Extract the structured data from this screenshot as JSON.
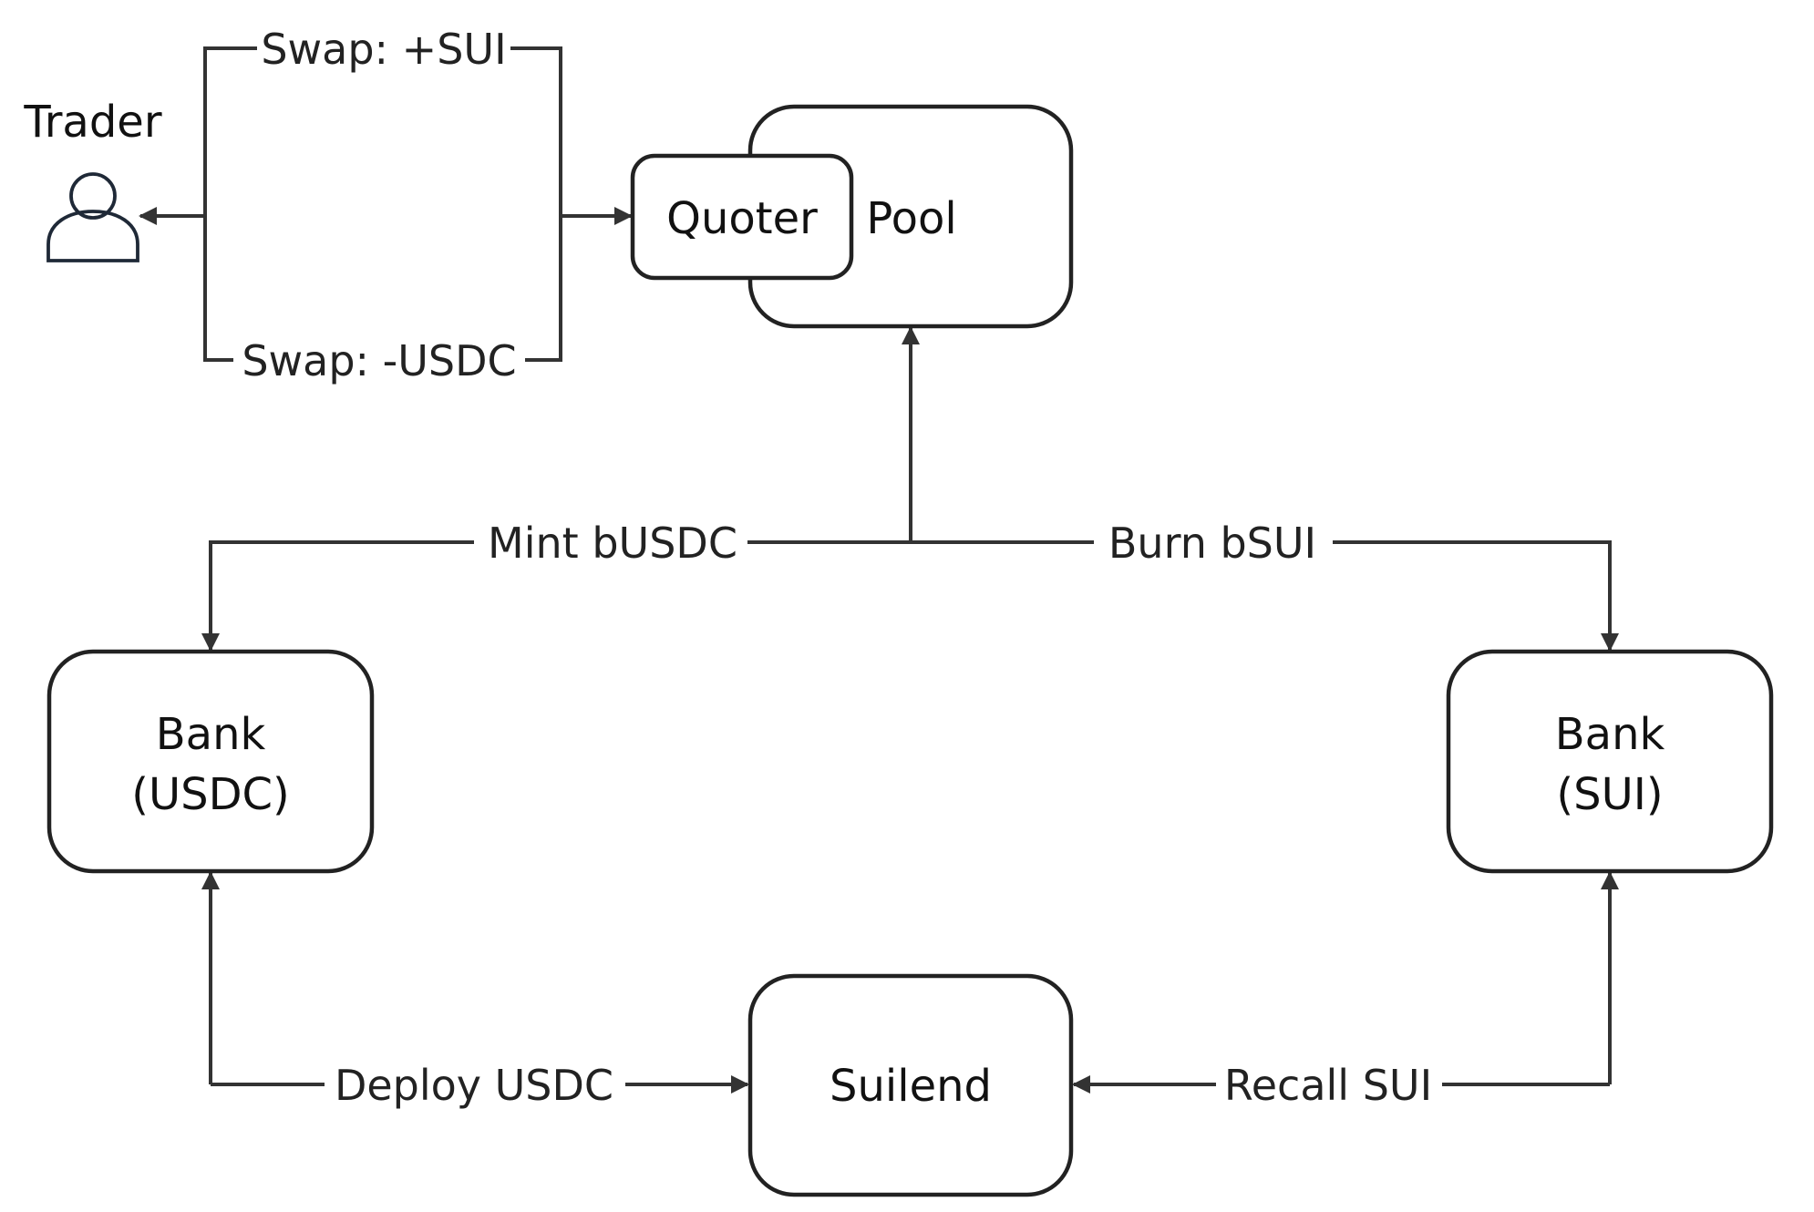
{
  "nodes": {
    "trader": "Trader",
    "quoter": "Quoter",
    "pool": "Pool",
    "bank_usdc_line1": "Bank",
    "bank_usdc_line2": "(USDC)",
    "bank_sui_line1": "Bank",
    "bank_sui_line2": "(SUI)",
    "suilend": "Suilend"
  },
  "edges": {
    "swap_plus_sui": "Swap: +SUI",
    "swap_minus_usdc": "Swap: -USDC",
    "mint_busdc": "Mint bUSDC",
    "burn_bsui": "Burn bSUI",
    "deploy_usdc": "Deploy USDC",
    "recall_sui": "Recall SUI"
  }
}
